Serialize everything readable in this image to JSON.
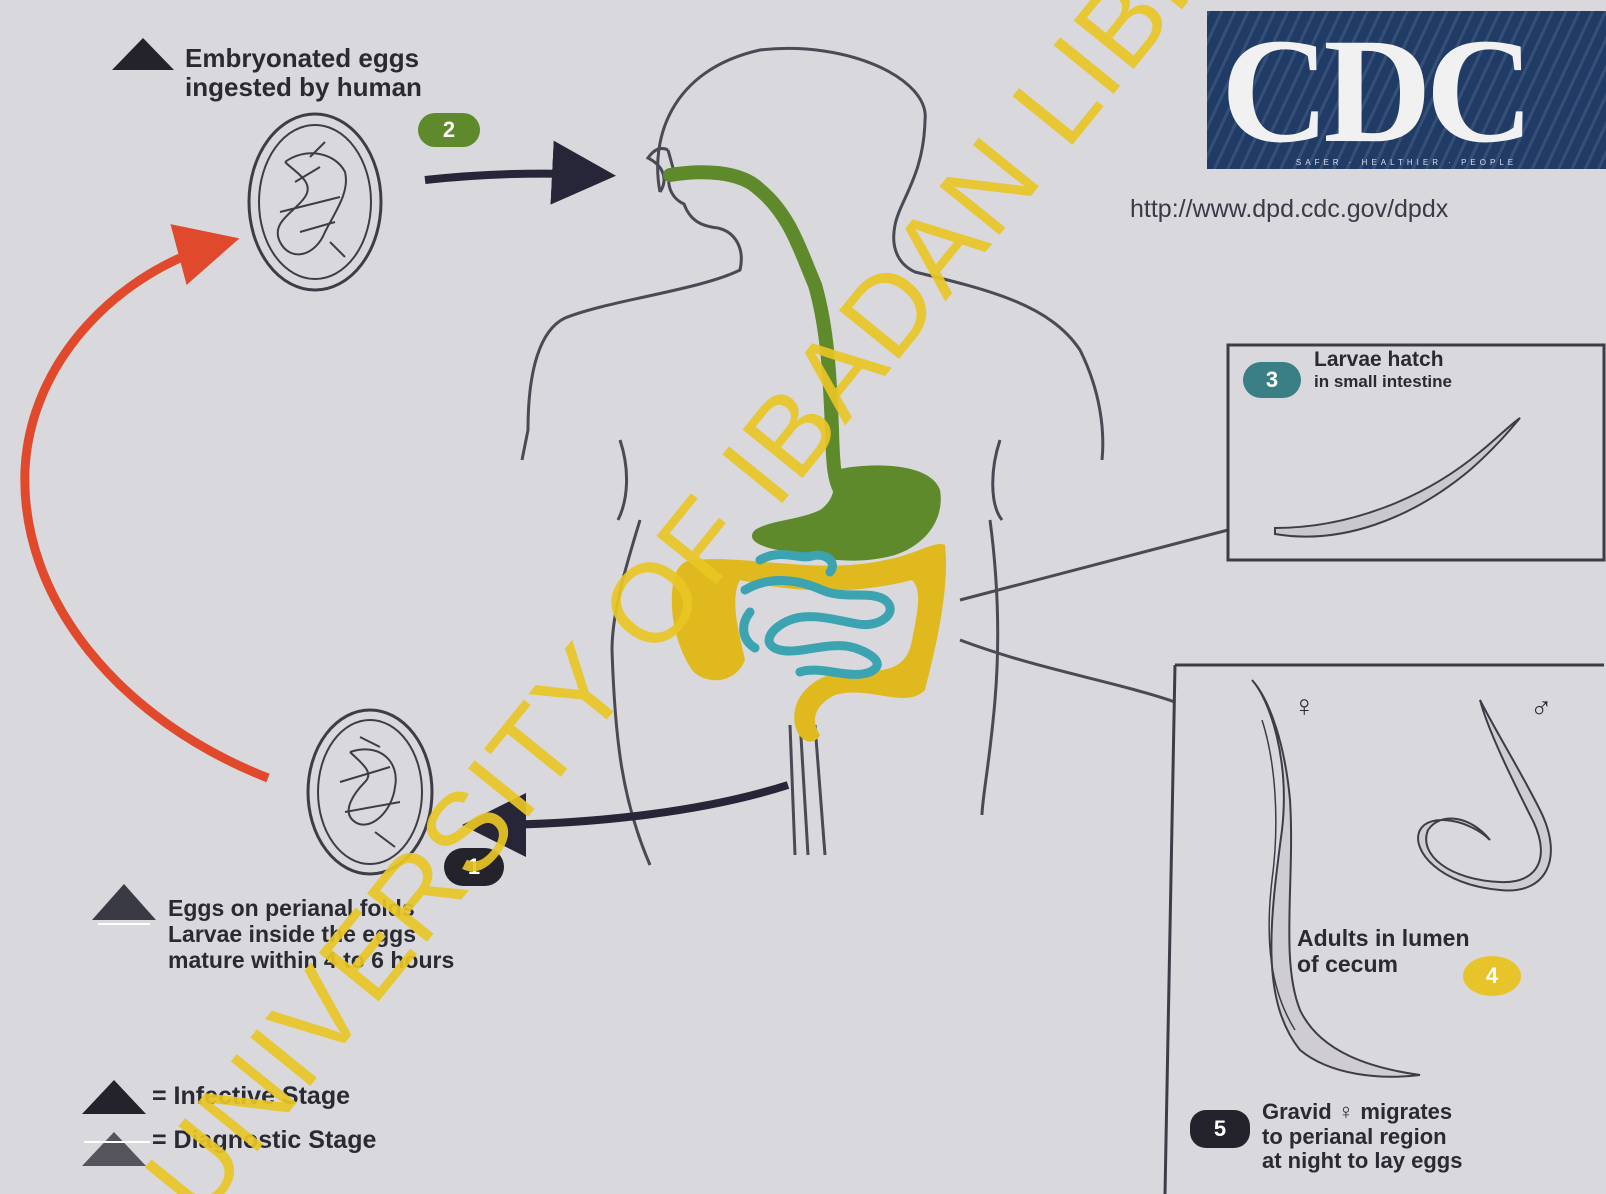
{
  "logo": {
    "letters": "CDC",
    "tagline": "SAFER · HEALTHIER · PEOPLE",
    "url": "http://www.dpd.cdc.gov/dpdx"
  },
  "steps": {
    "ingested": {
      "number": "2",
      "lines": [
        "Embryonated eggs",
        "ingested by human"
      ]
    },
    "larvae": {
      "number": "3",
      "lines": [
        "Larvae hatch",
        "in small intestine"
      ]
    },
    "adults": {
      "number": "4",
      "lines": [
        "Adults in lumen",
        "of cecum"
      ]
    },
    "gravid": {
      "number": "5",
      "lines": [
        "Gravid ♀ migrates",
        "to perianal region",
        "at night to lay eggs"
      ]
    },
    "perianal": {
      "number": "1",
      "lines": [
        "Eggs on perianal folds",
        "Larvae inside the eggs",
        "mature within 4 to 6 hours"
      ]
    }
  },
  "legend": {
    "infective": "= Infective Stage",
    "diagnostic": "= Diagnostic Stage"
  },
  "sex_symbols": {
    "female": "♀",
    "male": "♂"
  },
  "watermark": "UNIVERSITY OF IBADAN LIBRARY",
  "colors": {
    "background": "#d9d8dc",
    "red_arrow": "#e0492c",
    "dark_arrow": "#272638",
    "esophagus": "#5f8a2c",
    "colon": "#e0b91e",
    "small_intestine": "#3ca3b1",
    "badge_green": "#5f8a2c",
    "badge_teal": "#3a7f86",
    "badge_dark": "#24232b",
    "badge_yellow": "#e7c42a",
    "watermark": "#e8c624",
    "cdc_blue": "#1f3b66"
  }
}
